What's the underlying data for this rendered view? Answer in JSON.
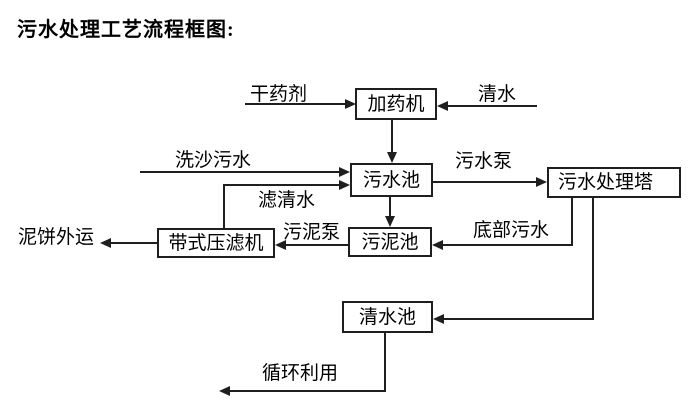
{
  "title": "污水处理工艺流程框图:",
  "diagram": {
    "type": "flowchart",
    "colors": {
      "line": "#1f1f1f",
      "text": "#000000",
      "background": "#ffffff"
    },
    "nodes": {
      "dosing_machine": "加药机",
      "sewage_pool": "污水池",
      "treatment_tower": "污水处理塔",
      "sludge_pool": "污泥池",
      "belt_filter_press": "带式压滤机",
      "clean_water_pool": "清水池"
    },
    "edge_labels": {
      "dry_agent": "干药剂",
      "clean_water": "清水",
      "sand_wash_sewage": "洗沙污水",
      "sewage_pump": "污水泵",
      "filtered_water": "滤清水",
      "sludge_pump": "污泥泵",
      "bottom_sewage": "底部污水",
      "mud_cake_out": "泥饼外运",
      "recycle": "循环利用"
    },
    "edges": [
      {
        "from": "dry_agent_source",
        "to": "dosing_machine",
        "label": "干药剂"
      },
      {
        "from": "clean_water_source",
        "to": "dosing_machine",
        "label": "清水"
      },
      {
        "from": "dosing_machine",
        "to": "sewage_pool",
        "label": ""
      },
      {
        "from": "sand_wash_source",
        "to": "sewage_pool",
        "label": "洗沙污水"
      },
      {
        "from": "belt_filter_press",
        "to": "sewage_pool",
        "label": "滤清水"
      },
      {
        "from": "sewage_pool",
        "to": "treatment_tower",
        "label": "污水泵"
      },
      {
        "from": "sewage_pool",
        "to": "sludge_pool",
        "label": ""
      },
      {
        "from": "treatment_tower",
        "to": "sludge_pool",
        "label": "底部污水"
      },
      {
        "from": "sludge_pool",
        "to": "belt_filter_press",
        "label": "污泥泵"
      },
      {
        "from": "belt_filter_press",
        "to": "mud_cake_out",
        "label": "泥饼外运"
      },
      {
        "from": "treatment_tower",
        "to": "clean_water_pool",
        "label": ""
      },
      {
        "from": "clean_water_pool",
        "to": "recycle_out",
        "label": "循环利用"
      }
    ]
  }
}
